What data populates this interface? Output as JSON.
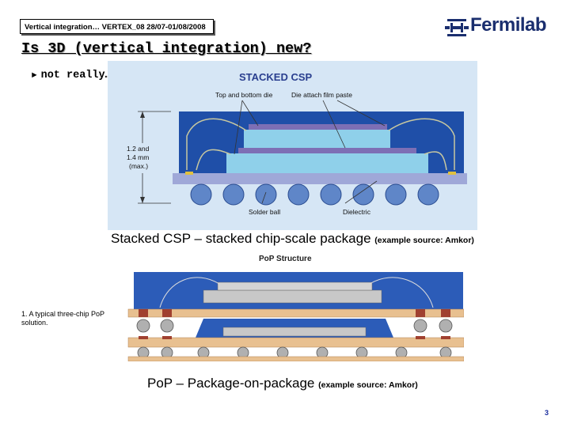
{
  "header": {
    "conference": "Vertical integration… VERTEX_08 28/07-01/08/2008",
    "logo_text": "Fermilab"
  },
  "slide": {
    "title": "Is 3D (vertical integration) new?",
    "bullet": "not really… because:",
    "page_number": "3"
  },
  "stacked_csp": {
    "heading": "STACKED CSP",
    "label_die": "Top and bottom die",
    "label_film": "Die attach film paste",
    "label_height_1": "1.2 and",
    "label_height_2": "1.4 mm",
    "label_height_3": "(max.)",
    "label_solder": "Solder ball",
    "label_dielectric": "Dielectric",
    "caption": "Stacked CSP – stacked chip-scale package",
    "caption_source": "(example source: Amkor)"
  },
  "pop": {
    "heading": "PoP Structure",
    "note": "1. A typical three-chip PoP solution.",
    "caption": "PoP – Package-on-package",
    "caption_source": "(example source: Amkor)"
  },
  "colors": {
    "logo_blue": "#1a2e6e",
    "csp_background": "#d6e6f5",
    "mold_blue": "#1f4fa8",
    "die_cyan": "#8fd0ea",
    "substrate": "#9fa8d8",
    "pop_board": "#e8c090"
  }
}
